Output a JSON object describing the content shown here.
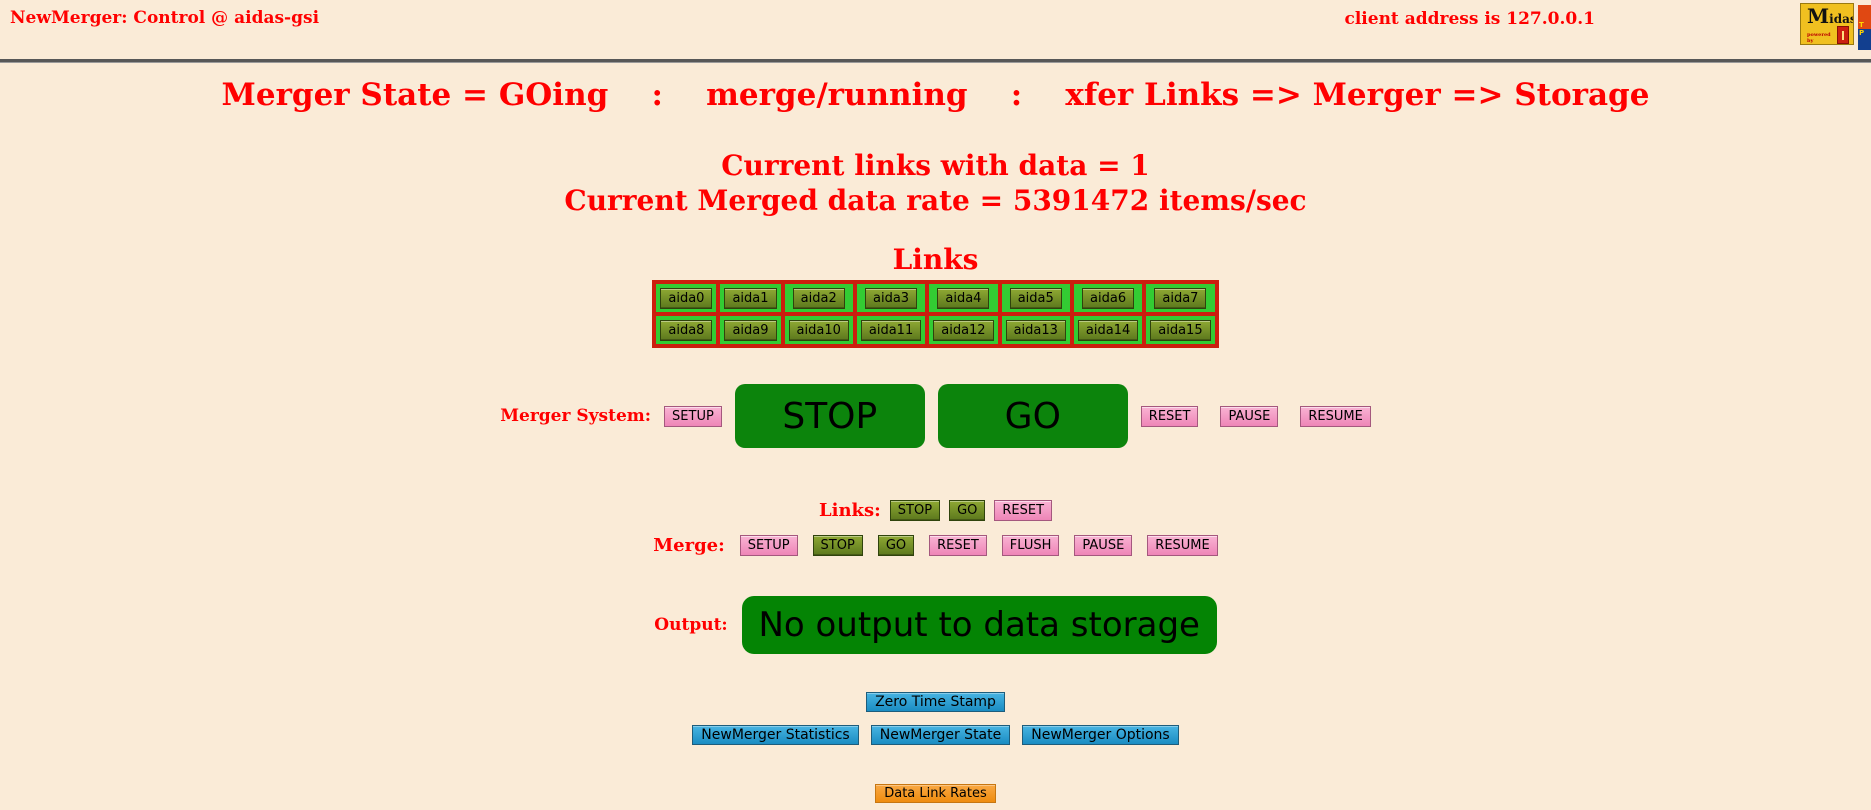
{
  "header": {
    "title": "NewMerger: Control @ aidas-gsi",
    "client_address": "client address is 127.0.0.1",
    "midas_logo": {
      "big_letter": "M",
      "rest": "idas",
      "powered_by": "powered by"
    },
    "partner_logo": {
      "top_letter": "T",
      "bottom_letter": "P"
    }
  },
  "status": {
    "state_line": "Merger State = GOing    :    merge/running    :    xfer Links => Merger => Storage",
    "links_with_data": "Current links with data = 1",
    "merged_rate": "Current Merged data rate = 5391472 items/sec"
  },
  "links_panel": {
    "heading": "Links",
    "row1": [
      "aida0",
      "aida1",
      "aida2",
      "aida3",
      "aida4",
      "aida5",
      "aida6",
      "aida7"
    ],
    "row2": [
      "aida8",
      "aida9",
      "aida10",
      "aida11",
      "aida12",
      "aida13",
      "aida14",
      "aida15"
    ]
  },
  "merger_system": {
    "label": "Merger System:",
    "setup": "SETUP",
    "stop": "STOP",
    "go": "GO",
    "reset": "RESET",
    "pause": "PAUSE",
    "resume": "RESUME"
  },
  "links_controls": {
    "label": "Links:",
    "stop": "STOP",
    "go": "GO",
    "reset": "RESET"
  },
  "merge_controls": {
    "label": "Merge:",
    "setup": "SETUP",
    "stop": "STOP",
    "go": "GO",
    "reset": "RESET",
    "flush": "FLUSH",
    "pause": "PAUSE",
    "resume": "RESUME"
  },
  "output": {
    "label": "Output:",
    "status_button": "No output to data storage"
  },
  "footer_actions": {
    "zero_time_stamp": "Zero Time Stamp",
    "statistics": "NewMerger Statistics",
    "state": "NewMerger State",
    "options": "NewMerger Options",
    "data_link_rates": "Data Link Rates"
  },
  "colors": {
    "background": "#faebd7",
    "text_red": "#ff0000",
    "table_red": "#cc1e0e",
    "cell_green": "#33cc33",
    "button_olive": "#6f8c24",
    "button_big_green": "#0c840c",
    "button_output_green": "#048404",
    "button_pink": "#ee85b7",
    "button_blue": "#1f97cc",
    "button_orange": "#f5941d"
  }
}
